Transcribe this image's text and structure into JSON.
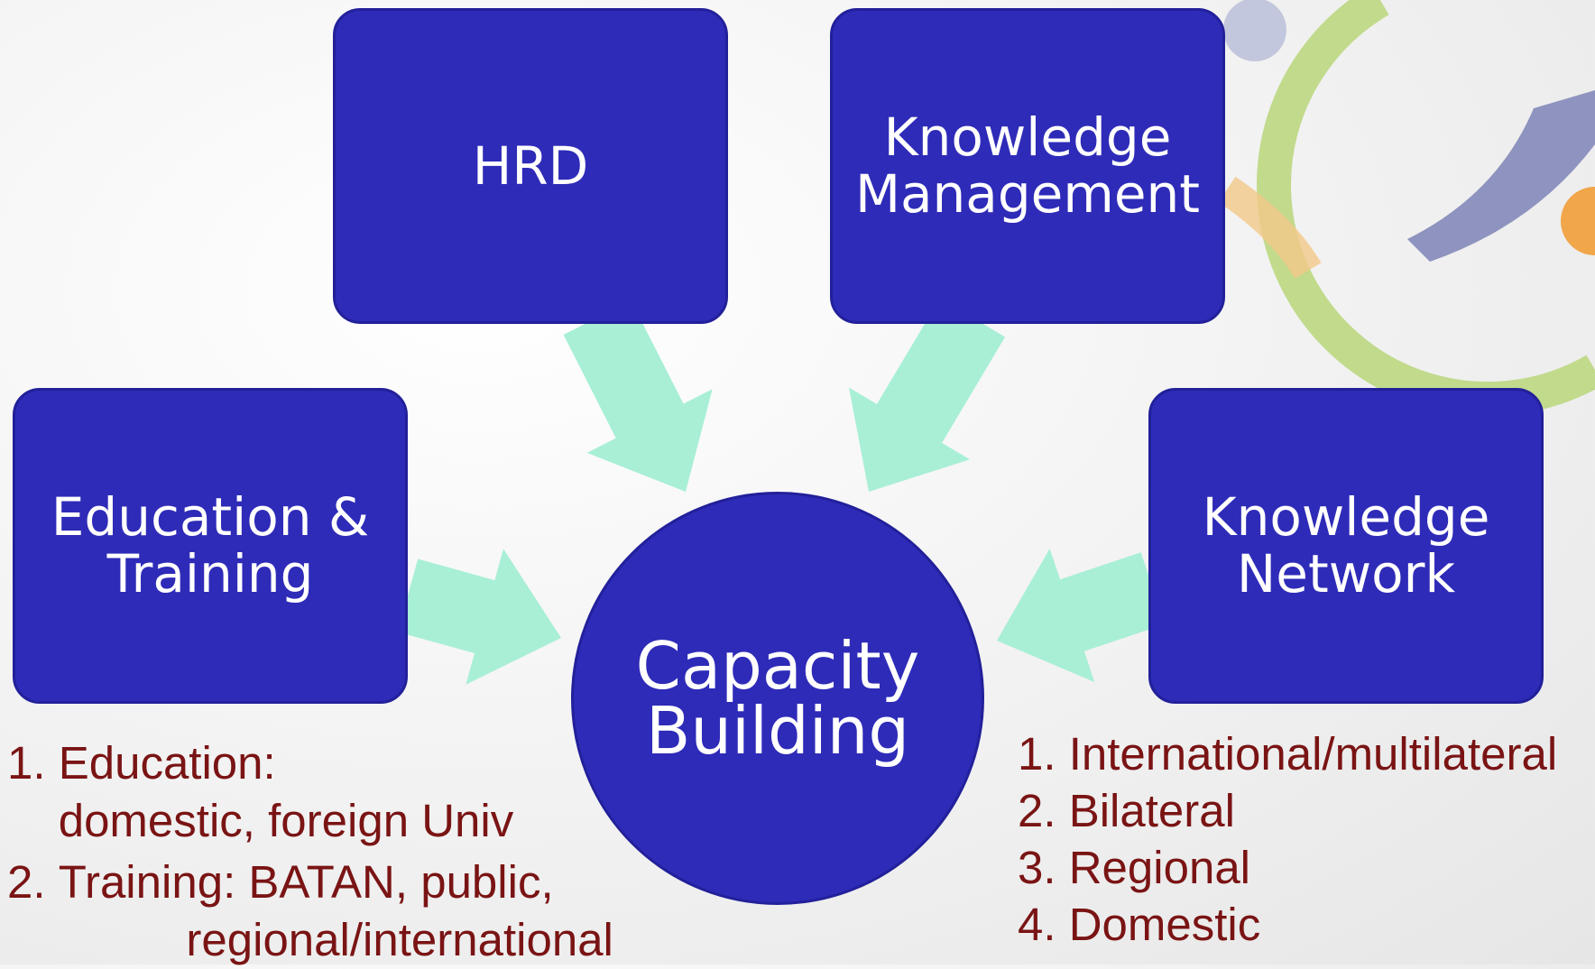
{
  "diagram": {
    "center": {
      "label": "Capacity\nBuilding",
      "fill": "#2e2bb8"
    },
    "boxes": {
      "hrd": "HRD",
      "knowledge_management": "Knowledge\nManagement",
      "education_training": "Education &\nTraining",
      "knowledge_network": "Knowledge\nNetwork"
    },
    "arrow_color": "#a8efd6"
  },
  "left_list": [
    {
      "num": "1. ",
      "text": "Education:\ndomestic, foreign Univ"
    },
    {
      "num": "2. ",
      "text": "Training: BATAN, public,\n          regional/international"
    }
  ],
  "right_list": [
    {
      "num": "1. ",
      "text": "International/multilateral"
    },
    {
      "num": "2. ",
      "text": "Bilateral"
    },
    {
      "num": "3. ",
      "text": "Regional"
    },
    {
      "num": "4. ",
      "text": "Domestic"
    }
  ],
  "colors": {
    "list_text": "#7a1414",
    "box_fill": "#2e2bb8"
  }
}
